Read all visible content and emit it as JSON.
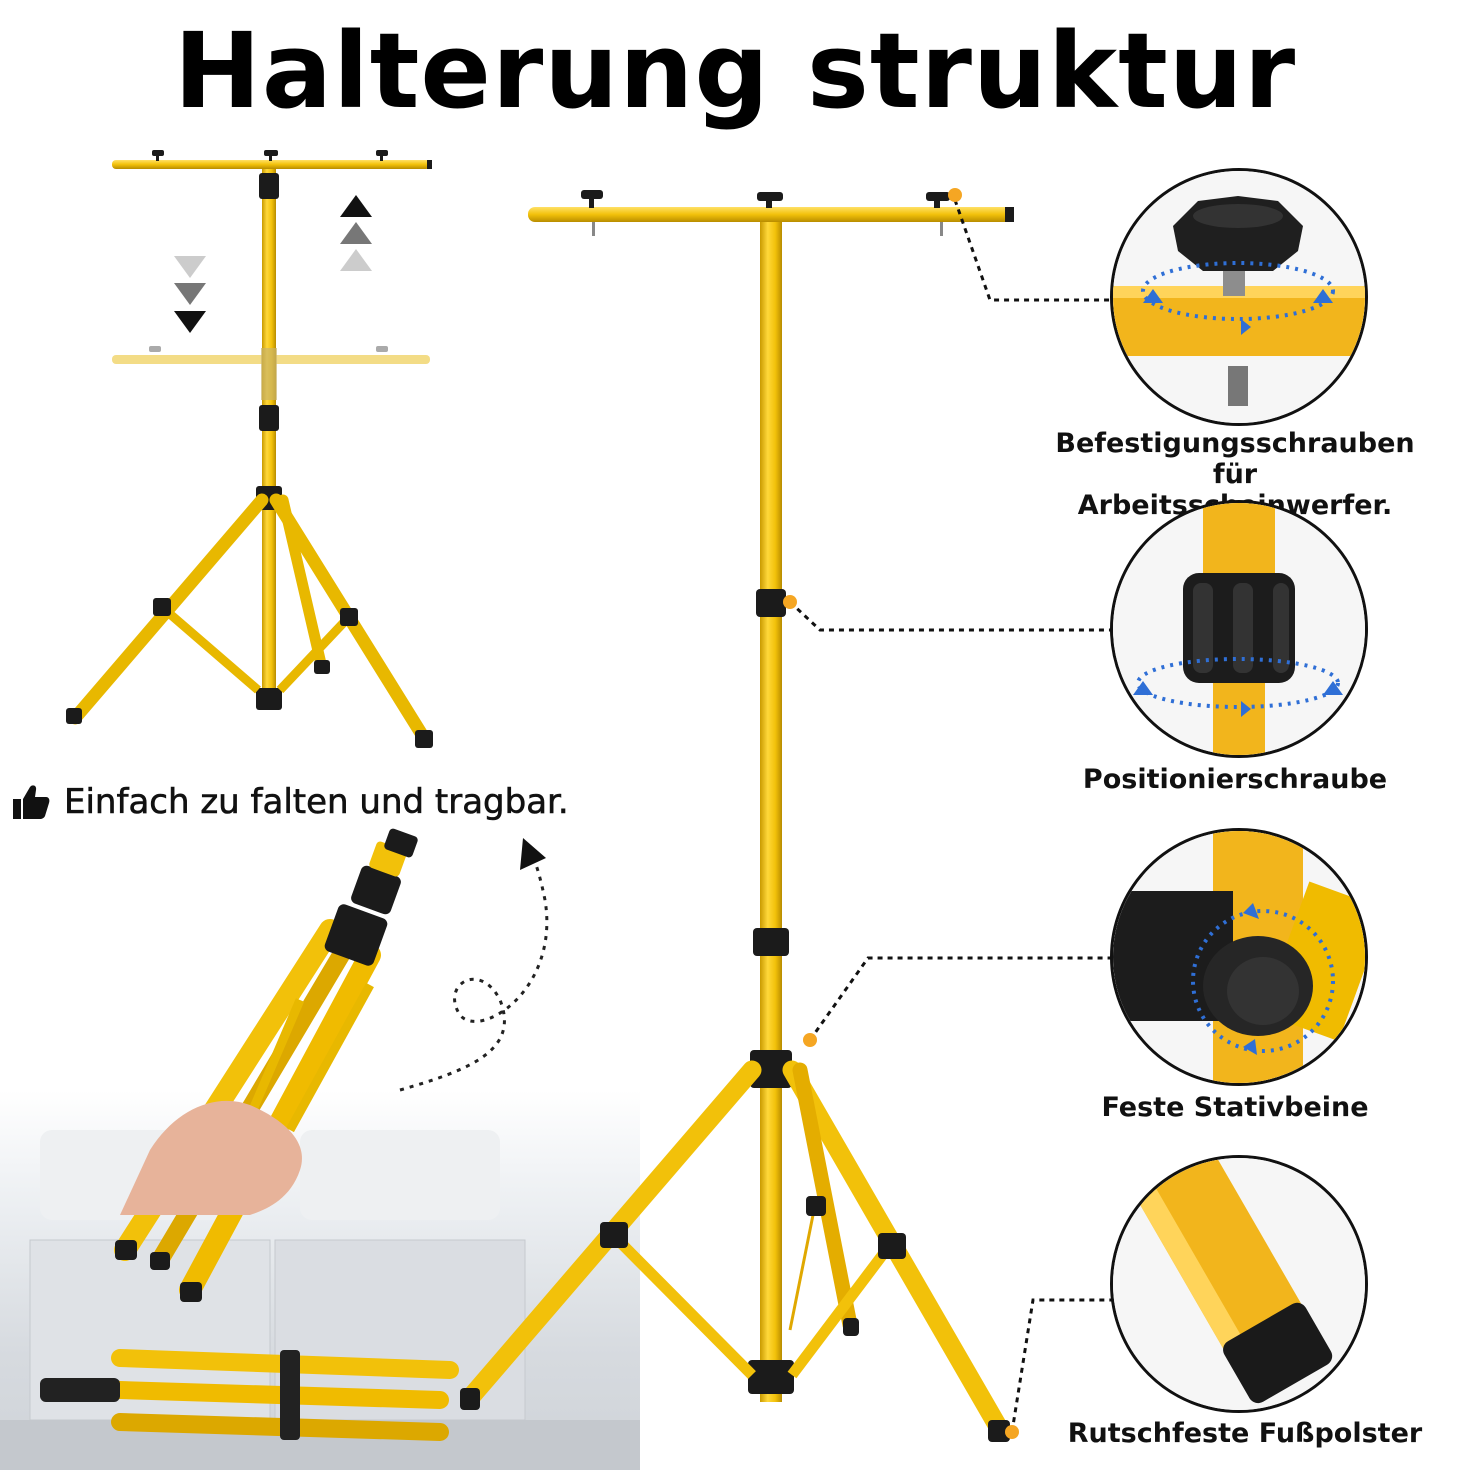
{
  "title": "Halterung struktur",
  "fold_text": "Einfach zu falten und tragbar.",
  "thumb_icon": "thumbs-up-icon",
  "captions": {
    "screws_line1": "Befestigungsschrauben für",
    "screws_line2": "Arbeitsscheinwerfer.",
    "position": "Positionierschraube",
    "legs": "Feste Stativbeine",
    "pads": "Rutschfeste Fußpolster"
  },
  "colors": {
    "tube_yellow": "#f2c10a",
    "tube_shade": "#c99a00",
    "joint_black": "#1b1b1b",
    "marker_orange": "#f5a623",
    "rotate_arrow_blue": "#2f6fd6"
  }
}
